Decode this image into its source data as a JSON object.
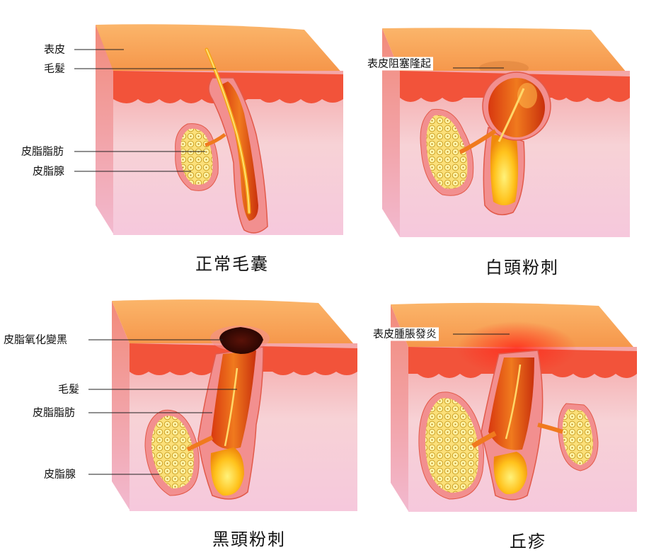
{
  "panels": [
    {
      "id": "normal",
      "caption": "正常毛囊",
      "labels": [
        "表皮",
        "毛髮",
        "皮脂脂肪",
        "皮脂腺"
      ]
    },
    {
      "id": "whitehead",
      "caption": "白頭粉刺",
      "labels": [
        "表皮阻塞隆起"
      ]
    },
    {
      "id": "blackhead",
      "caption": "黑頭粉刺",
      "labels": [
        "皮脂氧化變黑",
        "毛髮",
        "皮脂脂肪",
        "皮脂腺"
      ]
    },
    {
      "id": "papule",
      "caption": "丘疹",
      "labels": [
        "表皮腫脹發炎"
      ]
    }
  ],
  "colors": {
    "epidermis": "#f7a35c",
    "dermis_top": "#f35a3a",
    "dermis": "#f6c6cf",
    "follicle": "#e8521f",
    "sebum": "#ffd23a",
    "gland": "#f7e37a",
    "plug": "#3a0d05"
  }
}
